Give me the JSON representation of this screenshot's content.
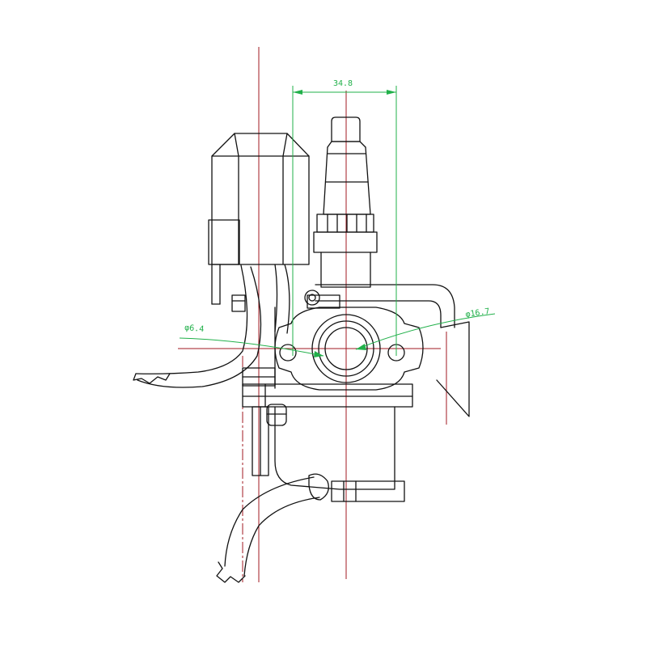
{
  "dimensions": {
    "width_label": "34.8",
    "left_hole_label": "φ6.4",
    "right_hole_label": "φ16.7"
  },
  "colors": {
    "outline": "#111111",
    "centerline": "#a01820",
    "dimension": "#21b04a",
    "background": "#ffffff"
  }
}
